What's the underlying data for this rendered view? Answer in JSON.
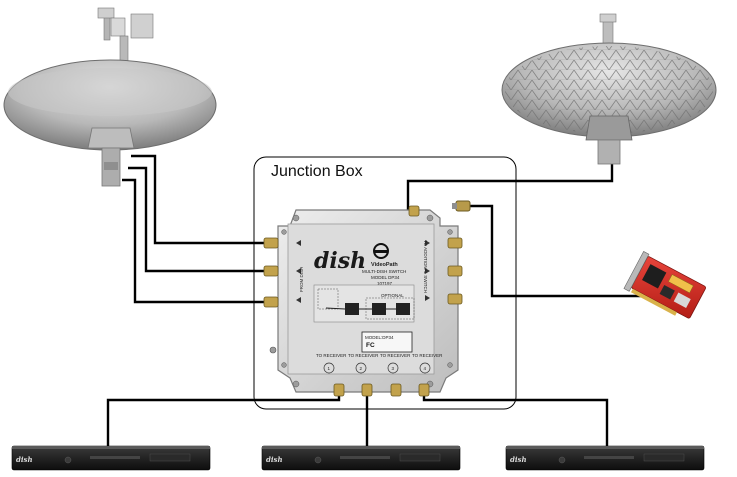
{
  "diagram": {
    "title": "Junction Box",
    "switch": {
      "brand": "dish",
      "product_line": "VideoPath",
      "product_name": "MULTI-DISH SWITCH",
      "model_line": "MODEL DP34",
      "part_number": "107197",
      "model_box_label": "MODEL:DP34",
      "model_box_code": "FC",
      "left_side_label": "FROM DISH",
      "right_side_label": "TO ADDITIONAL SWITCH",
      "optional_label": "OPTIONAL",
      "receiver_ports": [
        {
          "label": "TO RECEIVER",
          "number": "1"
        },
        {
          "label": "TO RECEIVER",
          "number": "2"
        },
        {
          "label": "TO RECEIVER",
          "number": "3"
        },
        {
          "label": "TO RECEIVER",
          "number": "4"
        }
      ]
    },
    "receivers": [
      {
        "brand": "dish"
      },
      {
        "brand": "dish"
      },
      {
        "brand": "dish"
      }
    ]
  }
}
